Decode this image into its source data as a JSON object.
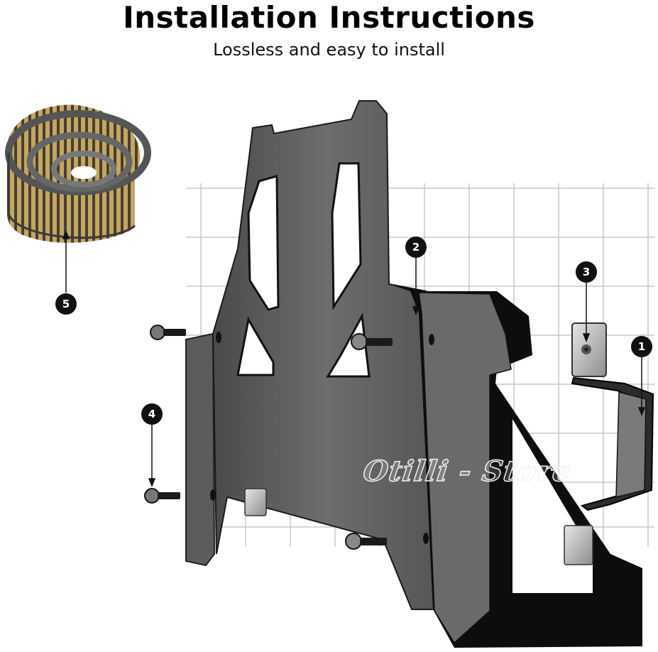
{
  "header": {
    "title": "Installation Instructions",
    "subtitle": "Lossless and easy to install"
  },
  "watermark": "Otilli - Store",
  "callouts": [
    {
      "id": "1",
      "label": "1"
    },
    {
      "id": "2",
      "label": "2"
    },
    {
      "id": "3",
      "label": "3"
    },
    {
      "id": "4",
      "label": "4"
    },
    {
      "id": "5",
      "label": "5"
    }
  ],
  "colors": {
    "plate": "#5a5a5a",
    "plate_dark": "#0d0d0d",
    "grid": "#c9c9c9",
    "tape": "#b49a60",
    "callout": "#111111"
  },
  "icons": [
    "mounting-bracket",
    "spiral-rubber-strip",
    "bolt",
    "clip-nut",
    "u-bracket"
  ]
}
